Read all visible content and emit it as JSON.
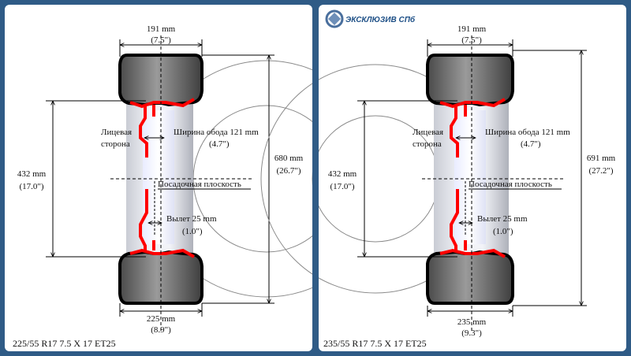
{
  "brand": {
    "logo_text": "ЭКСКЛЮЗИВ СПб"
  },
  "colors": {
    "frame": "#2f5b86",
    "rim": "#ff0000",
    "tire": "#000000",
    "panel": "#ffffff"
  },
  "panels": [
    {
      "top_width_mm": "191 mm",
      "top_width_in": "(7.5\")",
      "rim_dia_mm": "432 mm",
      "rim_dia_in": "(17.0\")",
      "outer_dia_mm": "680 mm",
      "outer_dia_in": "(26.7\")",
      "face_label_1": "Лицевая",
      "face_label_2": "сторона",
      "rim_width_label": "Ширина обода 121 mm",
      "rim_width_in": "(4.7\")",
      "mount_plane": "Посадочная плоскость",
      "offset_label": "Вылет 25 mm",
      "offset_in": "(1.0\")",
      "tire_width_mm": "225 mm",
      "tire_width_in": "(8.9\")",
      "caption": "225/55 R17    7.5 X 17 ET25"
    },
    {
      "top_width_mm": "191 mm",
      "top_width_in": "(7.5\")",
      "rim_dia_mm": "432 mm",
      "rim_dia_in": "(17.0\")",
      "outer_dia_mm": "691 mm",
      "outer_dia_in": "(27.2\")",
      "face_label_1": "Лицевая",
      "face_label_2": "сторона",
      "rim_width_label": "Ширина обода 121 mm",
      "rim_width_in": "(4.7\")",
      "mount_plane": "Посадочная плоскость",
      "offset_label": "Вылет 25 mm",
      "offset_in": "(1.0\")",
      "tire_width_mm": "235 mm",
      "tire_width_in": "(9.3\")",
      "caption": "235/55 R17    7.5 X 17 ET25"
    }
  ]
}
